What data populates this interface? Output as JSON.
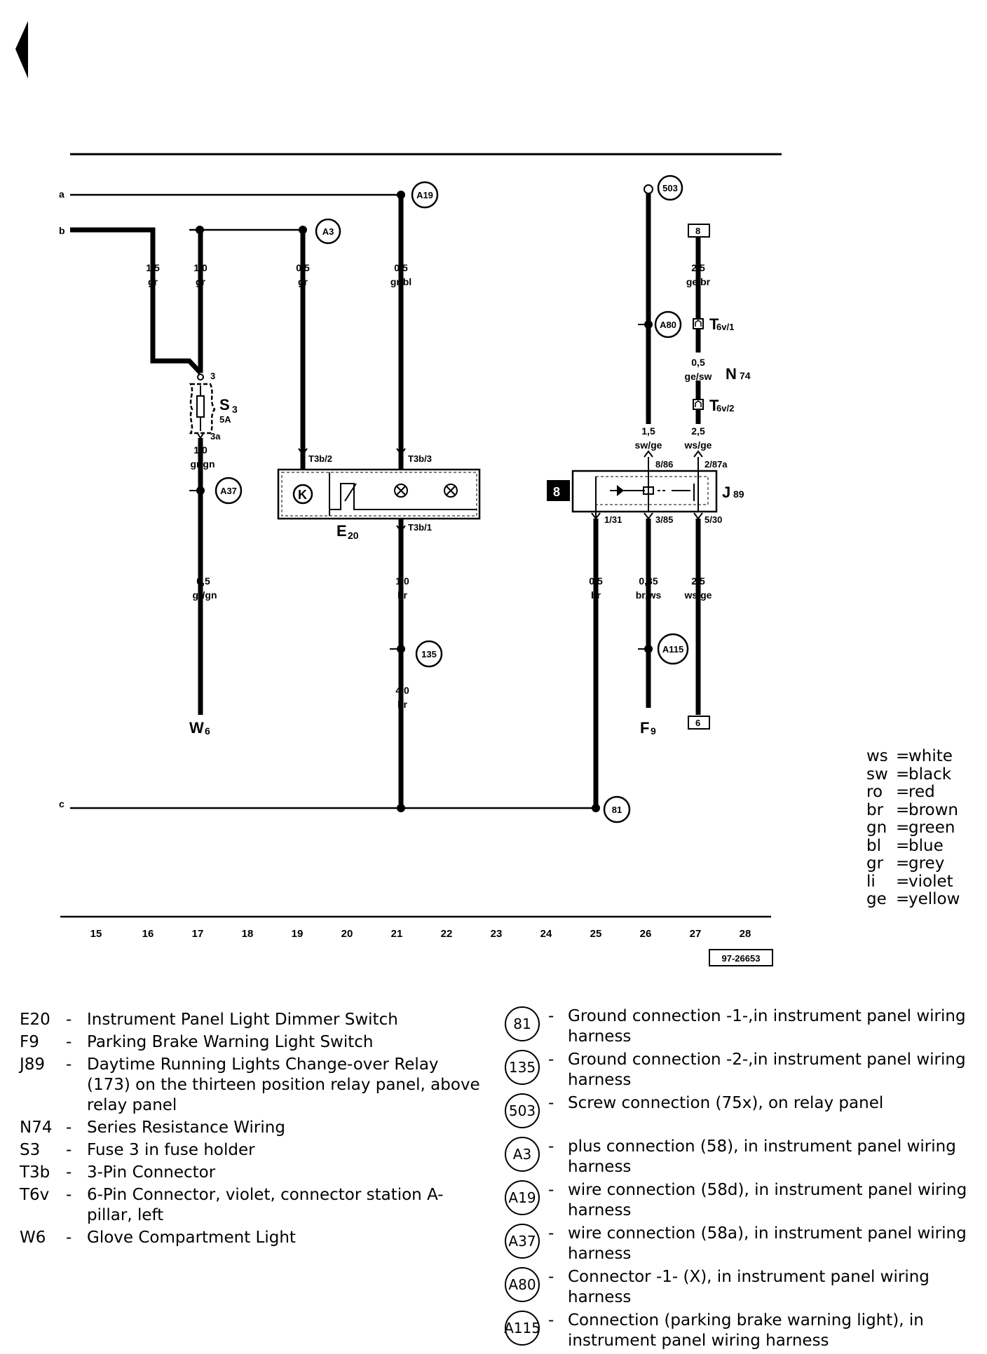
{
  "rails": {
    "a": "a",
    "b": "b",
    "c": "c"
  },
  "wires": [
    {
      "id": "w1",
      "size": "1,5",
      "color": "gr"
    },
    {
      "id": "w2",
      "size": "1,0",
      "color": "gr"
    },
    {
      "id": "w3",
      "size": "0,5",
      "color": "gr"
    },
    {
      "id": "w4",
      "size": "0,5",
      "color": "gr/bl"
    },
    {
      "id": "w5",
      "size": "1,0",
      "color": "gr/gn"
    },
    {
      "id": "w6",
      "size": "0,5",
      "color": "gr/gn"
    },
    {
      "id": "w7",
      "size": "1,0",
      "color": "br"
    },
    {
      "id": "w8",
      "size": "4,0",
      "color": "br"
    },
    {
      "id": "w9",
      "size": "1,5",
      "color": "sw/ge"
    },
    {
      "id": "w10",
      "size": "2,5",
      "color": "ge/br"
    },
    {
      "id": "w11",
      "size": "0,5",
      "color": "ge/sw"
    },
    {
      "id": "w12",
      "size": "2,5",
      "color": "ws/ge"
    },
    {
      "id": "w13",
      "size": "0,5",
      "color": "br"
    },
    {
      "id": "w14",
      "size": "0,35",
      "color": "br/ws"
    },
    {
      "id": "w15",
      "size": "2,5",
      "color": "ws/ge"
    }
  ],
  "connections": {
    "A19": "A19",
    "A3": "A3",
    "A37": "A37",
    "503": "503",
    "A80": "A80",
    "135": "135",
    "A115": "A115",
    "81": "81"
  },
  "components": {
    "S3": {
      "main": "S",
      "sub": "3",
      "rating": "5A",
      "pin_in": "3",
      "pin_out": "3a"
    },
    "E20": {
      "main": "E",
      "sub": "20",
      "pin1": "T3b/2",
      "pin2": "T3b/3",
      "pin3": "T3b/1",
      "k_symbol": "K"
    },
    "J89": {
      "main": "J",
      "sub": "89",
      "badge": "8",
      "pin1": "8/86",
      "pin2": "2/87a",
      "pin3": "1/31",
      "pin4": "3/85",
      "pin5": "5/30"
    },
    "N74": {
      "main": "N",
      "sub": "74"
    },
    "T6v1": {
      "main": "T",
      "sub": "6v/1"
    },
    "T6v2": {
      "main": "T",
      "sub": "6v/2"
    },
    "W6": {
      "main": "W",
      "sub": "6"
    },
    "F9": {
      "main": "F",
      "sub": "9"
    },
    "box8": "8",
    "box6": "6"
  },
  "scale": [
    "15",
    "16",
    "17",
    "18",
    "19",
    "20",
    "21",
    "22",
    "23",
    "24",
    "25",
    "26",
    "27",
    "28"
  ],
  "diagram_id": "97-26653",
  "color_key": [
    {
      "abbr": "ws",
      "name": "white"
    },
    {
      "abbr": "sw",
      "name": "black"
    },
    {
      "abbr": "ro",
      "name": "red"
    },
    {
      "abbr": "br",
      "name": "brown"
    },
    {
      "abbr": "gn",
      "name": "green"
    },
    {
      "abbr": "bl",
      "name": "blue"
    },
    {
      "abbr": "gr",
      "name": "grey"
    },
    {
      "abbr": "li",
      "name": "violet"
    },
    {
      "abbr": "ge",
      "name": "yellow"
    }
  ],
  "legend_left": [
    {
      "code": "E20",
      "desc": "Instrument Panel Light Dimmer Switch"
    },
    {
      "code": "F9",
      "desc": "Parking Brake Warning Light Switch"
    },
    {
      "code": "J89",
      "desc": "Daytime Running Lights Change-over Relay (173) on the thirteen position relay panel, above relay panel"
    },
    {
      "code": "N74",
      "desc": "Series Resistance Wiring"
    },
    {
      "code": "S3",
      "desc": "Fuse 3 in fuse holder"
    },
    {
      "code": "T3b",
      "desc": "3-Pin Connector"
    },
    {
      "code": "T6v",
      "desc": "6-Pin Connector, violet, connector station A-pillar, left"
    },
    {
      "code": "W6",
      "desc": "Glove Compartment Light"
    }
  ],
  "legend_right": [
    {
      "code": "81",
      "desc": "Ground connection -1-,in instrument panel wiring harness"
    },
    {
      "code": "135",
      "desc": "Ground connection -2-,in instrument panel wiring harness"
    },
    {
      "code": "503",
      "desc": "Screw connection (75x), on relay panel"
    },
    {
      "code": "A3",
      "desc": "plus connection (58), in instrument panel wiring harness"
    },
    {
      "code": "A19",
      "desc": "wire connection (58d), in instrument panel wiring harness"
    },
    {
      "code": "A37",
      "desc": "wire connection (58a), in instrument panel wiring harness"
    },
    {
      "code": "A80",
      "desc": "Connector -1- (X), in instrument panel wiring harness"
    },
    {
      "code": "A115",
      "desc": "Connection (parking brake warning light), in instrument panel wiring harness"
    }
  ]
}
